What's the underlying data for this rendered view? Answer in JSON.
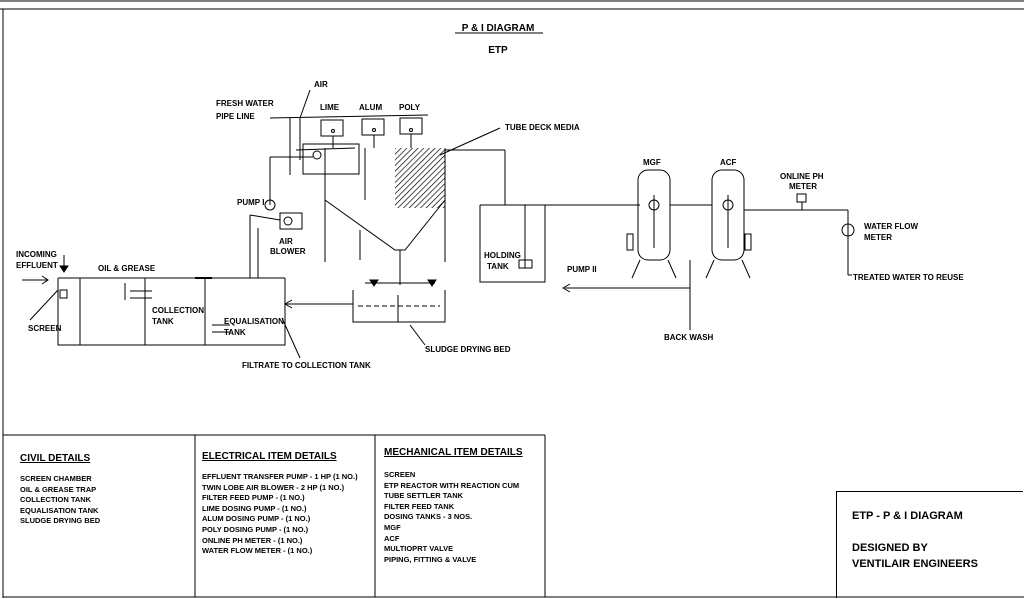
{
  "diagram": {
    "title": "P & I DIAGRAM",
    "subtitle": "ETP",
    "labels": {
      "air": "AIR",
      "fresh_water_1": "FRESH WATER",
      "fresh_water_2": "PIPE LINE",
      "lime": "LIME",
      "alum": "ALUM",
      "poly": "POLY",
      "tube_deck_media": "TUBE DECK MEDIA",
      "mgf": "MGF",
      "acf": "ACF",
      "online_ph_1": "ONLINE PH",
      "online_ph_2": "METER",
      "pump_1": "PUMP I",
      "air_blower_1": "AIR",
      "air_blower_2": "BLOWER",
      "holding_1": "HOLDING",
      "holding_2": "TANK",
      "pump_2": "PUMP II",
      "water_flow_1": "WATER FLOW",
      "water_flow_2": "METER",
      "treated_water": "TREATED WATER TO REUSE",
      "incoming_1": "INCOMING",
      "incoming_2": "EFFLUENT",
      "oil_grease": "OIL & GREASE",
      "collection_1": "COLLECTION",
      "collection_2": "TANK",
      "equalisation_1": "EQUALISATION",
      "equalisation_2": "TANK",
      "screen": "SCREEN",
      "back_wash": "BACK WASH",
      "sludge_bed": "SLUDGE DRYING BED",
      "filtrate": "FILTRATE TO COLLECTION TANK"
    }
  },
  "civil": {
    "heading": "CIVIL DETAILS",
    "items": [
      "SCREEN CHAMBER",
      "OIL & GREASE TRAP",
      "COLLECTION TANK",
      "EQUALISATION TANK",
      "SLUDGE DRYING BED"
    ]
  },
  "electrical": {
    "heading": "ELECTRICAL ITEM DETAILS",
    "items": [
      "EFFLUENT TRANSFER PUMP  - 1 HP (1 NO.)",
      "TWIN LOBE AIR BLOWER - 2 HP (1 NO.)",
      "FILTER FEED PUMP - (1 NO.)",
      "LIME DOSING PUMP - (1 NO.)",
      "ALUM DOSING PUMP - (1 NO.)",
      "POLY DOSING PUMP - (1 NO.)",
      "ONLINE PH METER - (1 NO.)",
      "WATER FLOW METER - (1 NO.)"
    ]
  },
  "mechanical": {
    "heading": "MECHANICAL ITEM DETAILS",
    "items": [
      "SCREEN",
      "ETP REACTOR WITH REACTION CUM",
      "TUBE SETTLER TANK",
      "FILTER FEED TANK",
      "DOSING TANKS - 3 NOS.",
      "MGF",
      "ACF",
      "MULTIOPRT VALVE",
      "PIPING, FITTING & VALVE"
    ]
  },
  "title_block": {
    "line1": "ETP   -   P & I DIAGRAM",
    "line2": "DESIGNED BY",
    "line3": "VENTILAIR ENGINEERS"
  }
}
